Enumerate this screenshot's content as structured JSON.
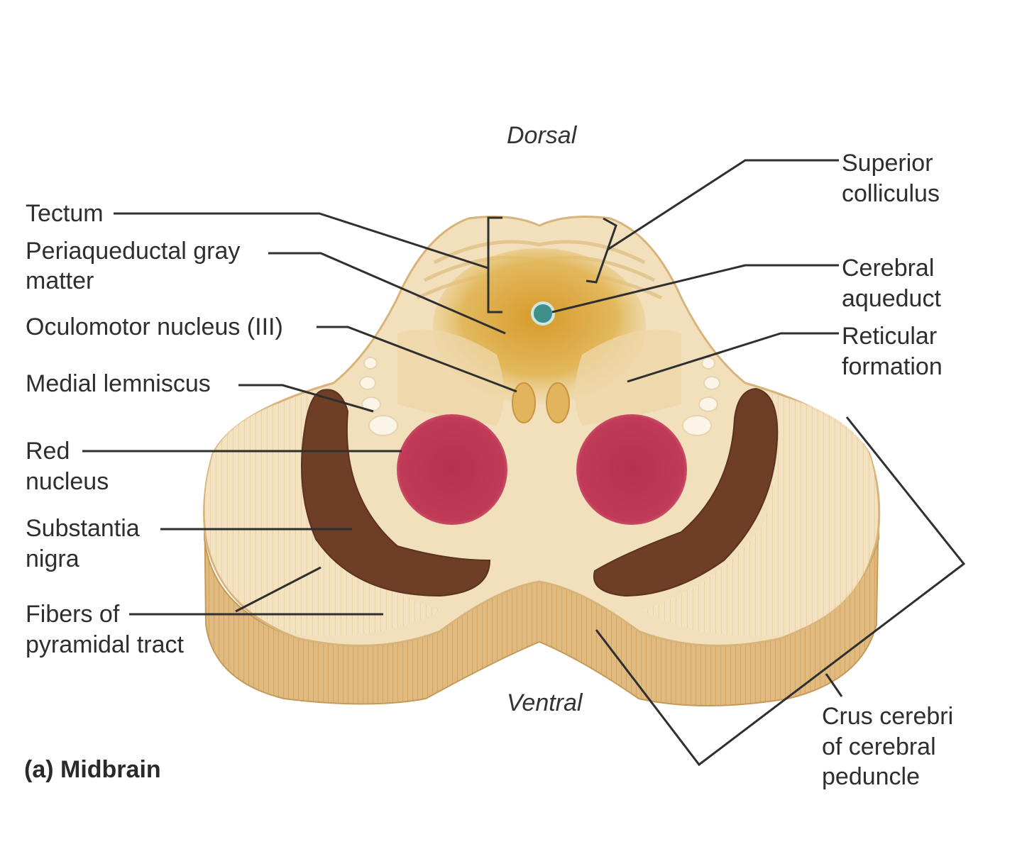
{
  "orientation": {
    "dorsal": "Dorsal",
    "ventral": "Ventral"
  },
  "caption": "(a) Midbrain",
  "labels": {
    "tectum": "Tectum",
    "periaqueductal_line1": "Periaqueductal gray",
    "periaqueductal_line2": "matter",
    "oculomotor": "Oculomotor nucleus (III)",
    "medial_lemniscus": "Medial lemniscus",
    "red_nucleus_line1": "Red",
    "red_nucleus_line2": "nucleus",
    "substantia_line1": "Substantia",
    "substantia_line2": "nigra",
    "fibers_line1": "Fibers of",
    "fibers_line2": "pyramidal tract",
    "superior_line1": "Superior",
    "superior_line2": "colliculus",
    "aqueduct_line1": "Cerebral",
    "aqueduct_line2": "aqueduct",
    "reticular_line1": "Reticular",
    "reticular_line2": "formation",
    "crus_line1": "Crus cerebri",
    "crus_line2": "of cerebral",
    "crus_line3": "peduncle"
  },
  "colors": {
    "tissue": "#e9cf9b",
    "tissue_light": "#f5e6c6",
    "tissue_side": "#d9b57a",
    "gray_matter": "#d8a23c",
    "red_nucleus": "#b83050",
    "substantia_nigra": "#6e3e26",
    "aqueduct": "#3f8f8a",
    "leader": "#2f2f2f"
  }
}
